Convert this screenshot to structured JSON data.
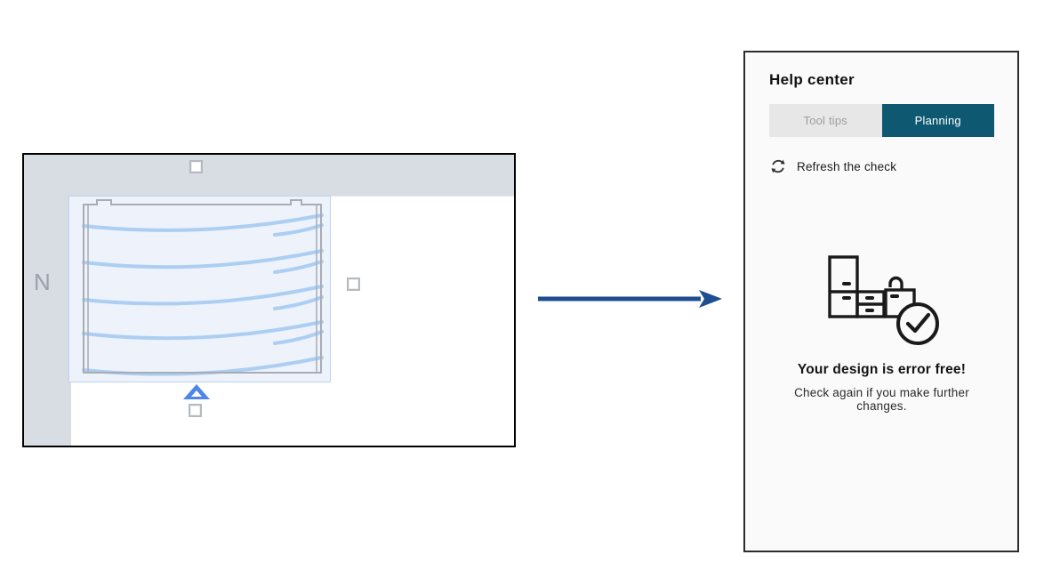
{
  "floor_plan": {
    "north_label": "N"
  },
  "help_panel": {
    "title": "Help center",
    "tabs": [
      {
        "label": "Tool tips",
        "active": false
      },
      {
        "label": "Planning",
        "active": true
      }
    ],
    "refresh_label": "Refresh the check",
    "status": {
      "title": "Your design is error free!",
      "subtitle": "Check again if you make further changes."
    }
  },
  "colors": {
    "wall_gray": "#d8dce3",
    "selection_fill": "#edf2fb",
    "selection_border": "#bdd3f2",
    "appliance_arc_blue": "#a9cdf3",
    "appliance_outline_gray": "#a8adb5",
    "front_marker_blue": "#4f85e8",
    "transition_arrow_blue": "#1d4e8f",
    "tab_active_bg": "#0e5872",
    "tab_inactive_bg": "#e7e7e7",
    "panel_border": "#2c2c2c",
    "illustration_ink": "#1a1a1a"
  },
  "icons": {
    "refresh": "circular-arrows",
    "illustration": "kitchen-cabinets-with-checkmark"
  }
}
